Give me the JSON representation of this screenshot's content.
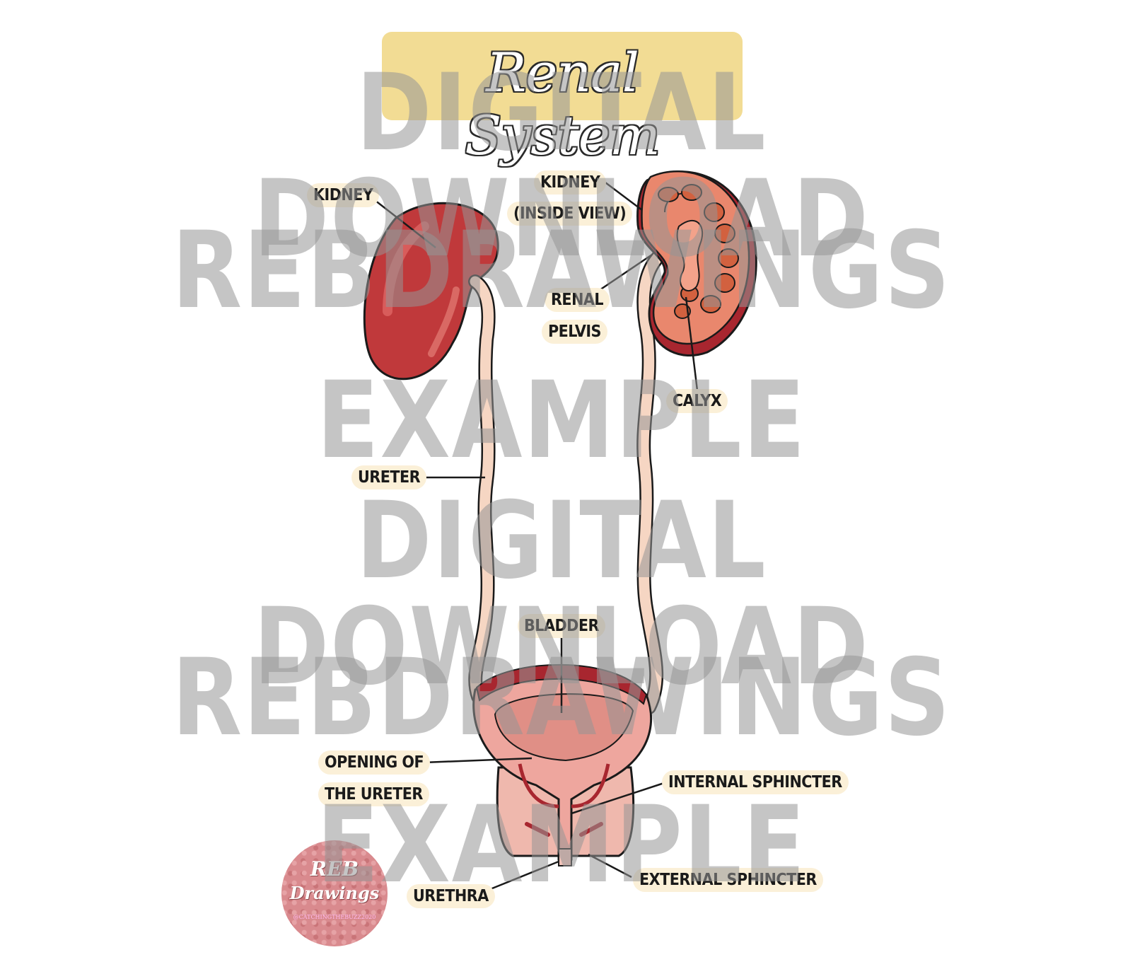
{
  "title": "Renal System",
  "watermark_lines": [
    "DIGITAL DOWNLOAD",
    "REBDRAWINGS",
    "EXAMPLE",
    "DIGITAL DOWNLOAD",
    "REBDRAWINGS",
    "EXAMPLE"
  ],
  "labels": {
    "kidney": "KIDNEY",
    "kidney_inside_1": "KIDNEY",
    "kidney_inside_2": "(INSIDE VIEW)",
    "renal_pelvis_1": "RENAL",
    "renal_pelvis_2": "PELVIS",
    "calyx": "CALYX",
    "ureter": "URETER",
    "bladder": "BLADDER",
    "opening_1": "OPENING OF",
    "opening_2": "THE URETER",
    "internal_sphincter": "INTERNAL SPHINCTER",
    "external_sphincter": "EXTERNAL SPHINCTER",
    "urethra": "URETHRA"
  },
  "logo": {
    "line1": "REB",
    "line2": "Drawings",
    "line3": "@CATCHINGTHEBUZZ2020"
  },
  "colors": {
    "kidney": "#c0393b",
    "kidney_inside": "#e9876d",
    "ureter": "#f6d6c3",
    "bladder": "#eea69e",
    "bladder_rim": "#a8262f",
    "title_highlight": "#f1d98b",
    "label_bg": "#fbf0d8",
    "outline": "#1a1a1a"
  }
}
